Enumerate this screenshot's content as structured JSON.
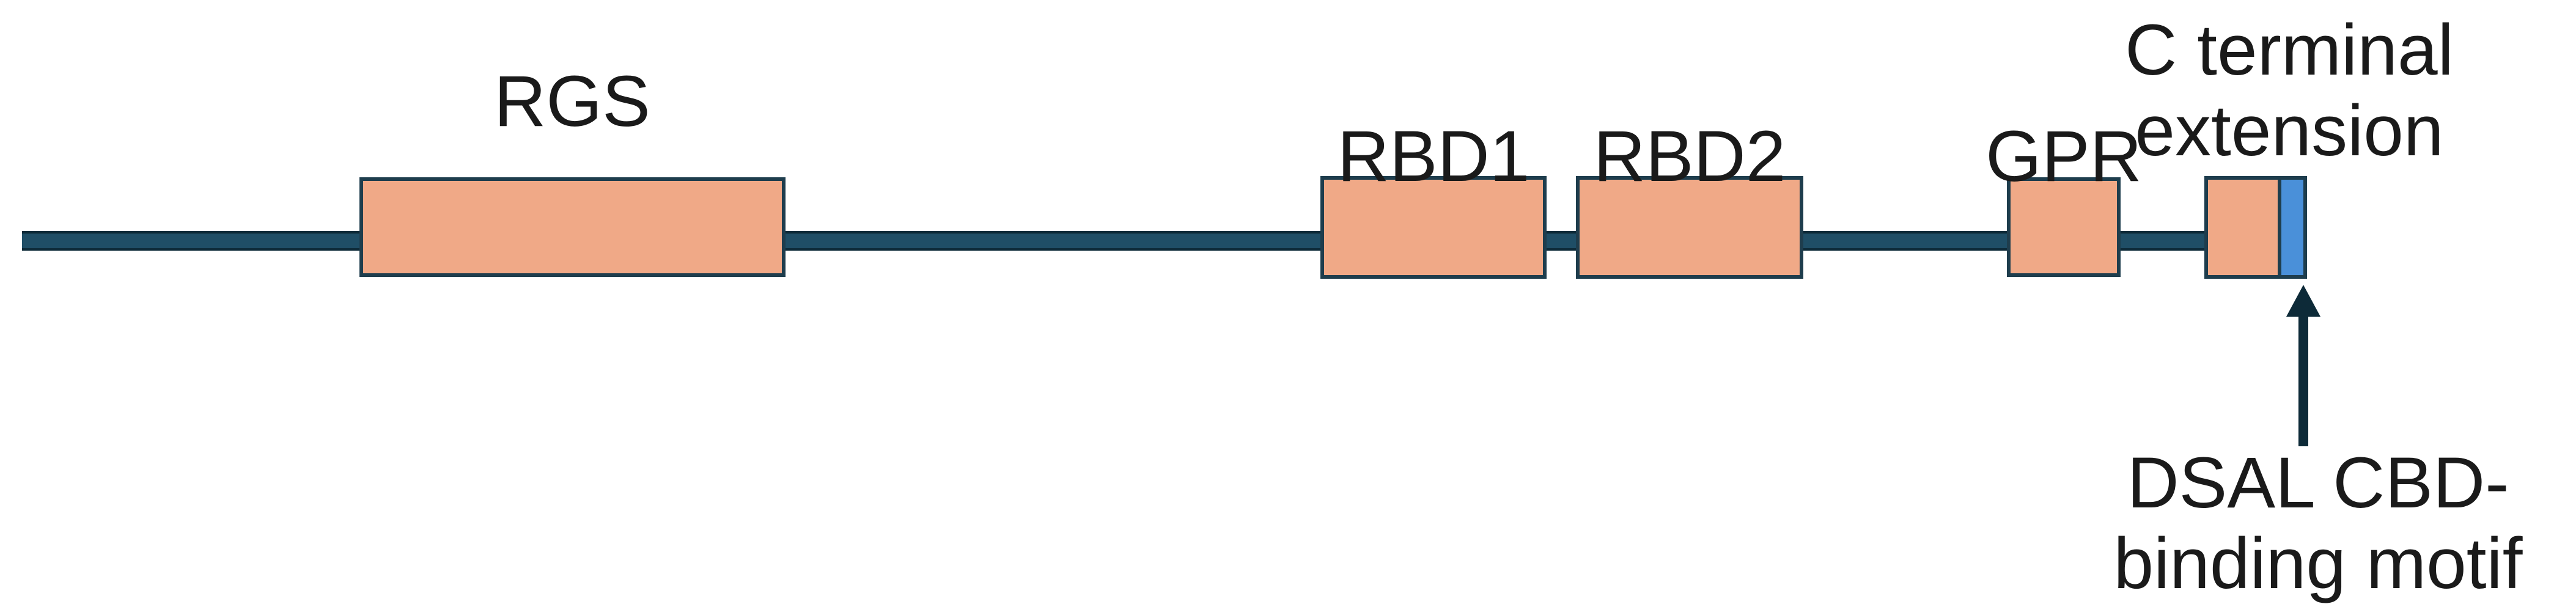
{
  "diagram": {
    "colors": {
      "backbone": "#1f4e66",
      "domain_fill": "#f0a987",
      "domain_border": "#1e3d4d",
      "motif_fill": "#4a90d9",
      "arrow": "#0d2a38"
    },
    "domains": [
      {
        "id": "rgs",
        "label": "RGS"
      },
      {
        "id": "rbd1",
        "label": "RBD1"
      },
      {
        "id": "rbd2",
        "label": "RBD2"
      },
      {
        "id": "gpr",
        "label": "GPR"
      },
      {
        "id": "c-terminal",
        "label_line1": "C terminal",
        "label_line2": "extension"
      }
    ],
    "motif": {
      "label_line1": "DSAL CBD-",
      "label_line2": "binding motif"
    }
  }
}
